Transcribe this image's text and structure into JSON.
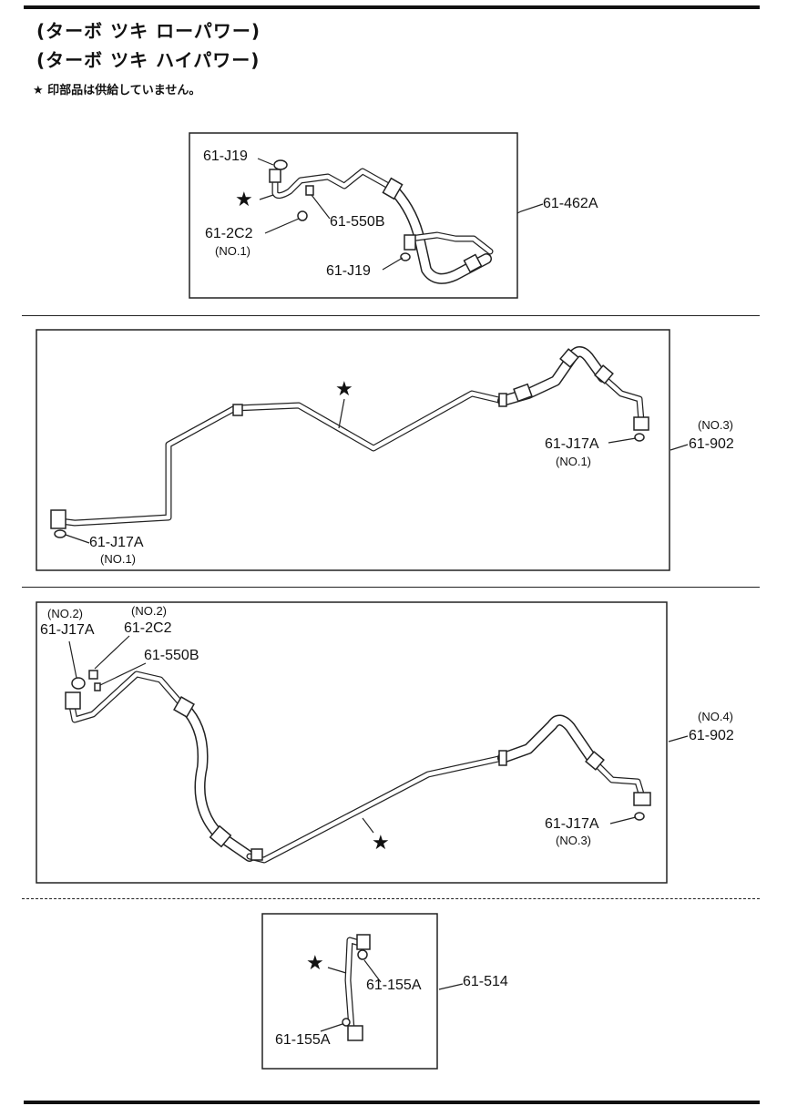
{
  "header": {
    "line1": "(ターボ ツキ ローパワー)",
    "line2": "(ターボ ツキ ハイパワー)",
    "note": "★ 印部品は供給していません。"
  },
  "section1": {
    "part_label": "61-462A",
    "callouts": {
      "j19_top": "61-J19",
      "c2": "61-2C2",
      "c2_no": "(NO.1)",
      "b550": "61-550B",
      "j19_bottom": "61-J19"
    }
  },
  "section2": {
    "part_no": "(NO.3)",
    "part_label": "61-902",
    "callouts": {
      "j17a_right": "61-J17A",
      "j17a_right_no": "(NO.1)",
      "j17a_left": "61-J17A",
      "j17a_left_no": "(NO.1)"
    }
  },
  "section3": {
    "part_no": "(NO.4)",
    "part_label": "61-902",
    "callouts": {
      "j17a_top_no": "(NO.2)",
      "j17a_top": "61-J17A",
      "c2_top_no": "(NO.2)",
      "c2_top": "61-2C2",
      "b550": "61-550B",
      "j17a_right": "61-J17A",
      "j17a_right_no": "(NO.3)"
    }
  },
  "section4": {
    "part_label": "61-514",
    "callouts": {
      "a155_right": "61-155A",
      "a155_left": "61-155A"
    }
  },
  "star_symbol": "★"
}
